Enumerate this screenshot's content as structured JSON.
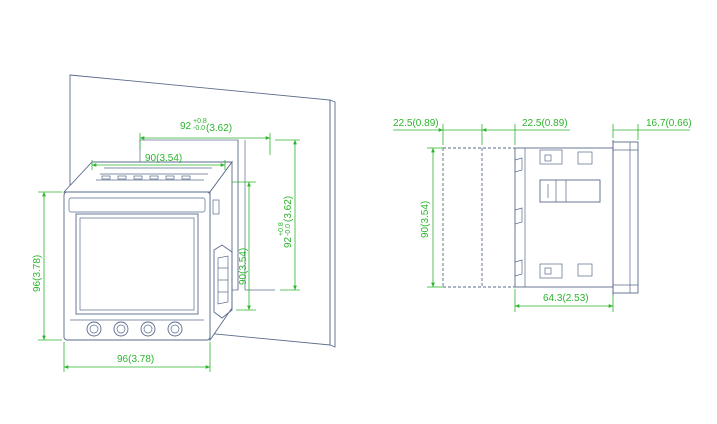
{
  "front_view": {
    "cutout_width": {
      "value": "92",
      "tolerance_upper": "+0.8",
      "tolerance_lower": "-0.0",
      "inch": "(3.62)"
    },
    "cutout_height": {
      "value": "92",
      "tolerance_upper": "+0.8",
      "tolerance_lower": "-0.0",
      "inch": "(3.62)"
    },
    "body_width": "90(3.54)",
    "body_height": "90(3.54)",
    "bezel_width": "96(3.78)",
    "bezel_height": "96(3.78)"
  },
  "side_view": {
    "top_left_offset": "22.5(0.89)",
    "top_mid_offset": "22.5(0.89)",
    "bezel_depth": "16.7(0.66)",
    "body_height": "90(3.54)",
    "body_depth": "64.3(2.53)"
  },
  "colors": {
    "line": "#5a6b8c",
    "dimension": "#2bb52b",
    "background": "#ffffff"
  }
}
